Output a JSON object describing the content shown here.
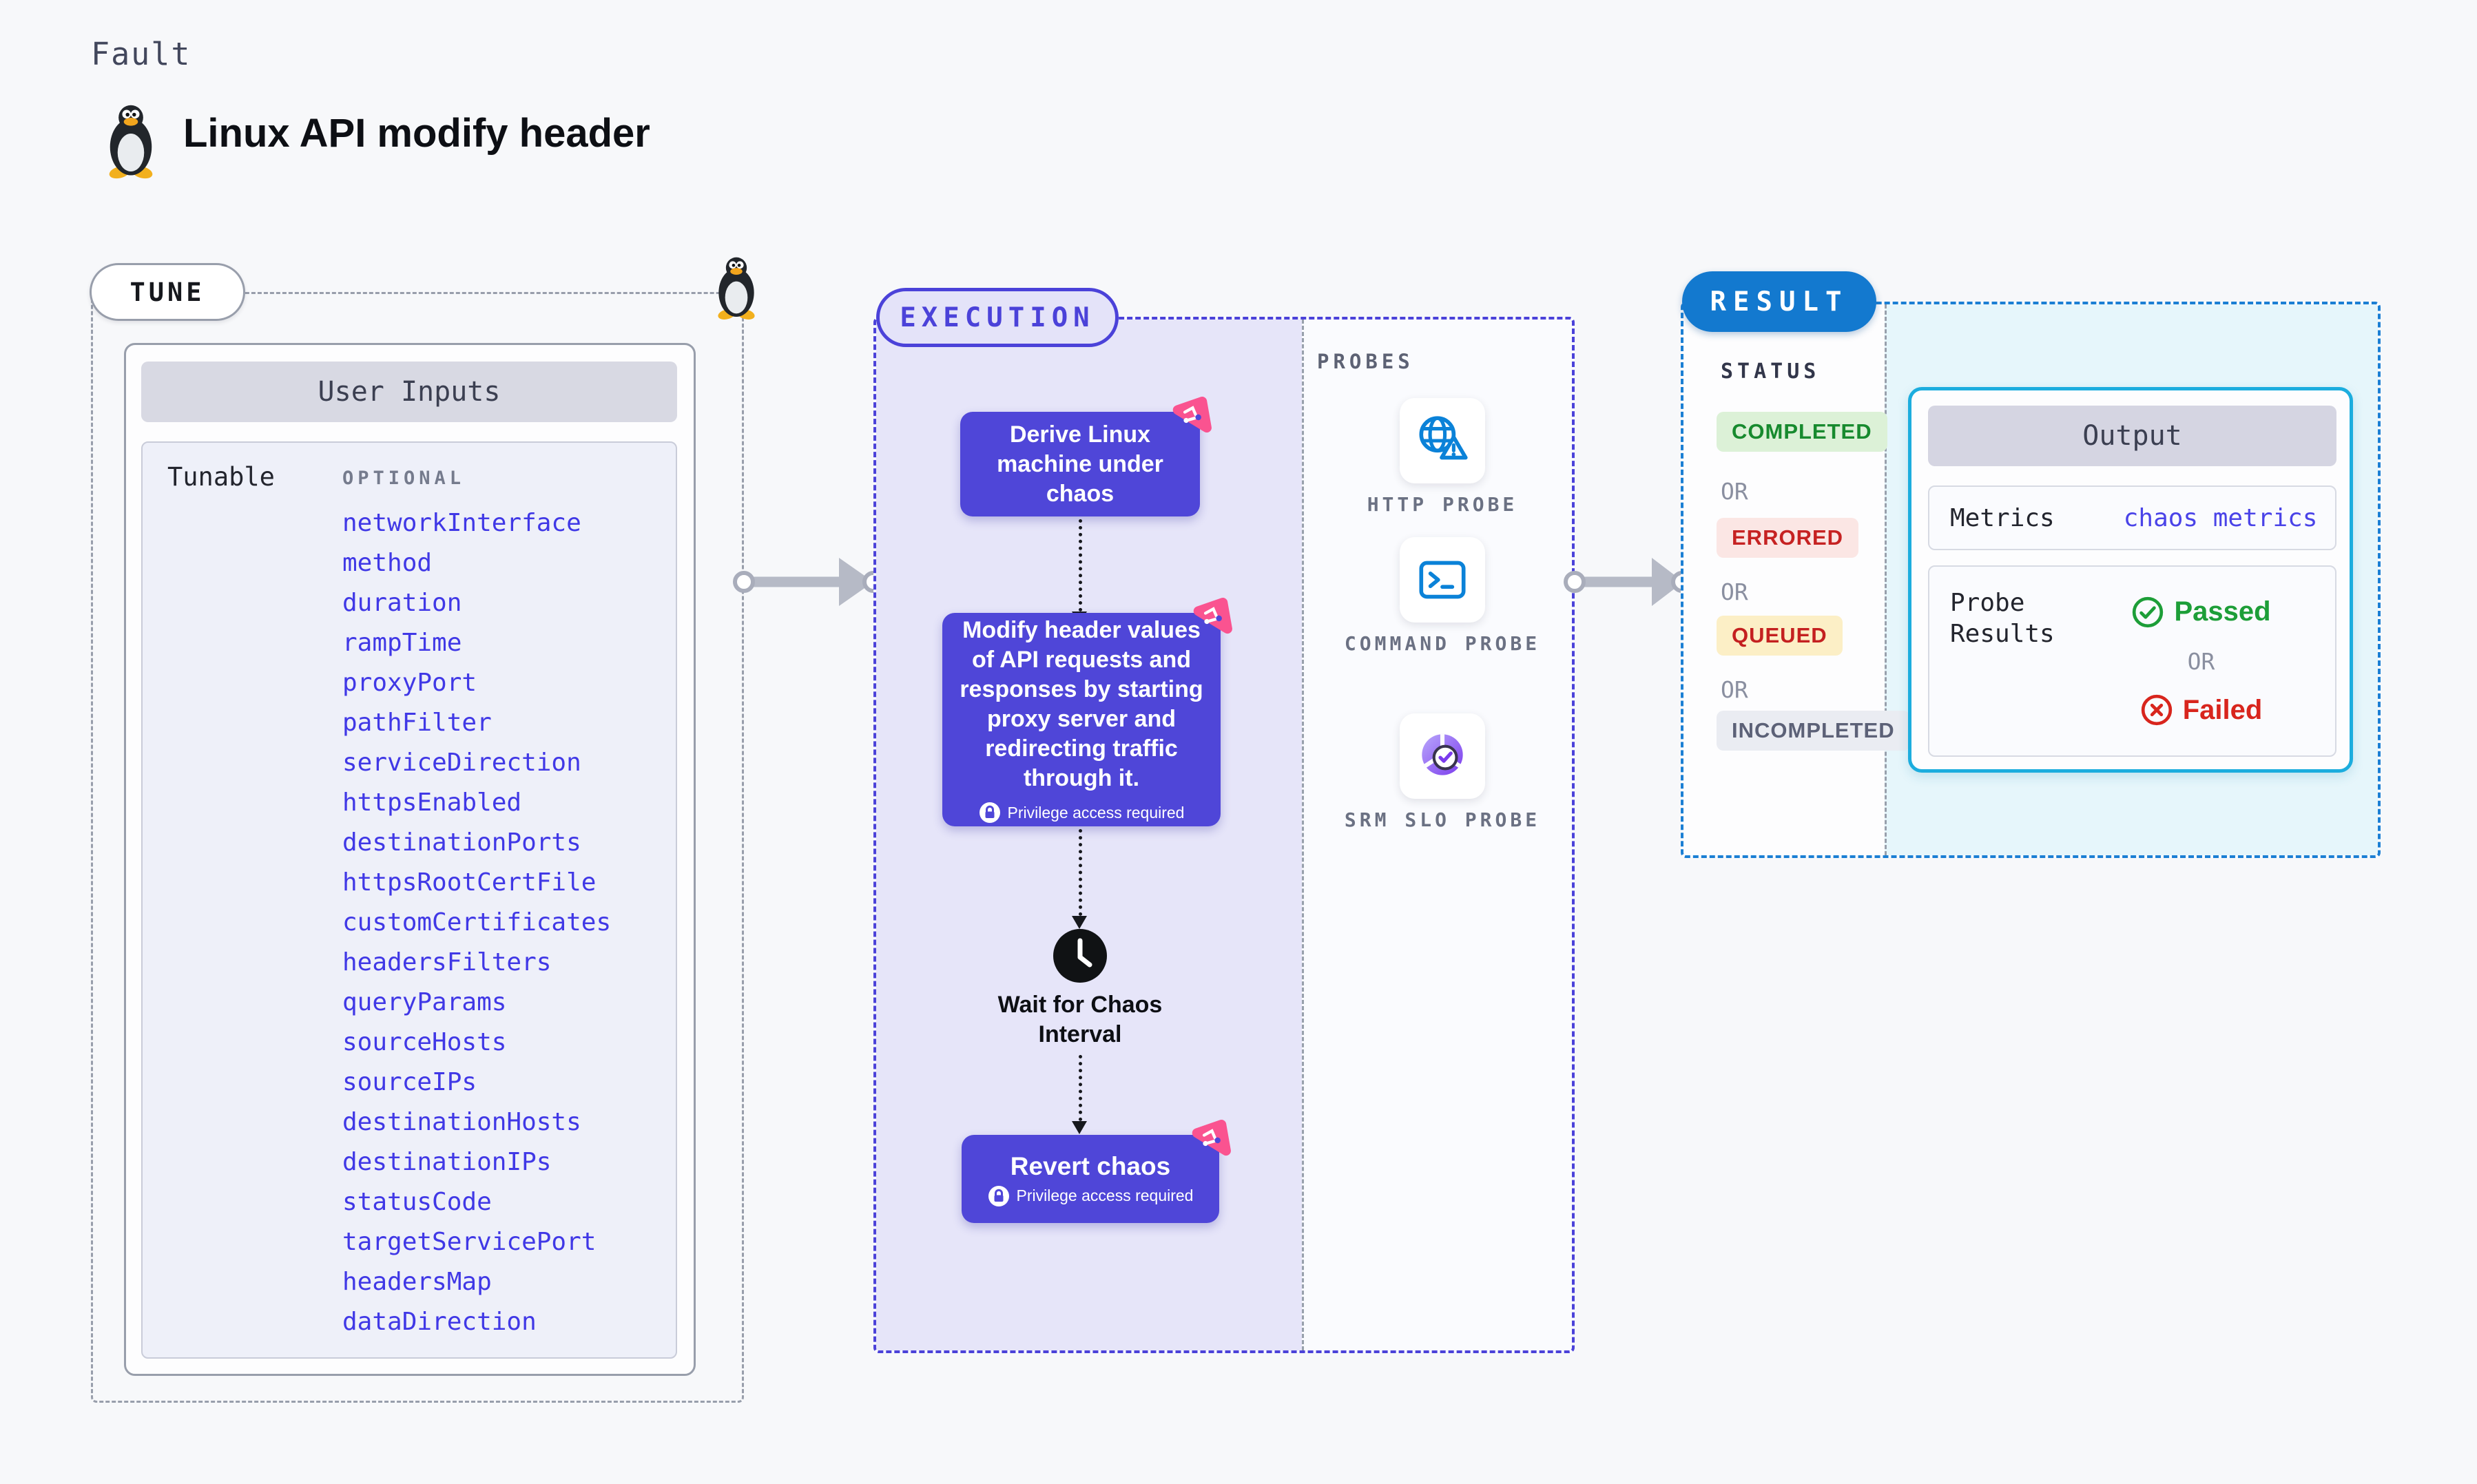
{
  "page": {
    "eyebrow": "Fault",
    "title": "Linux API modify header"
  },
  "colors": {
    "accent_indigo": "#4f46d8",
    "param_blue": "#4038e6",
    "result_blue": "#1379cf",
    "output_border_cyan": "#1cadde",
    "passed_green": "#1d9e38",
    "failed_red": "#d8251d",
    "chaos_pink": "#fa5390",
    "probe_icon_blue": "#0b82d8"
  },
  "tune": {
    "pill": "TUNE",
    "card_header": "User Inputs",
    "row_label": "Tunable",
    "optional_label": "OPTIONAL",
    "params": [
      "networkInterface",
      "method",
      "duration",
      "rampTime",
      "proxyPort",
      "pathFilter",
      "serviceDirection",
      "httpsEnabled",
      "destinationPorts",
      "httpsRootCertFile",
      "customCertificates",
      "headersFilters",
      "queryParams",
      "sourceHosts",
      "sourceIPs",
      "destinationHosts",
      "destinationIPs",
      "statusCode",
      "targetServicePort",
      "headersMap",
      "dataDirection"
    ]
  },
  "execution": {
    "pill": "EXECUTION",
    "step_derive": "Derive Linux machine under chaos",
    "step_modify": "Modify header values of API requests and responses by starting proxy server and redirecting traffic through it.",
    "privilege": "Privilege access required",
    "wait": "Wait for Chaos Interval",
    "revert": "Revert chaos",
    "probes": {
      "label": "PROBES",
      "items": [
        "HTTP PROBE",
        "COMMAND PROBE",
        "SRM SLO PROBE"
      ]
    }
  },
  "result": {
    "pill": "RESULT",
    "status_label": "STATUS",
    "or": "OR",
    "statuses": [
      "COMPLETED",
      "ERRORED",
      "QUEUED",
      "INCOMPLETED"
    ],
    "output": {
      "header": "Output",
      "metrics_label": "Metrics",
      "metrics_value": "chaos metrics",
      "probe_label": "Probe Results",
      "passed": "Passed",
      "or": "OR",
      "failed": "Failed"
    }
  }
}
